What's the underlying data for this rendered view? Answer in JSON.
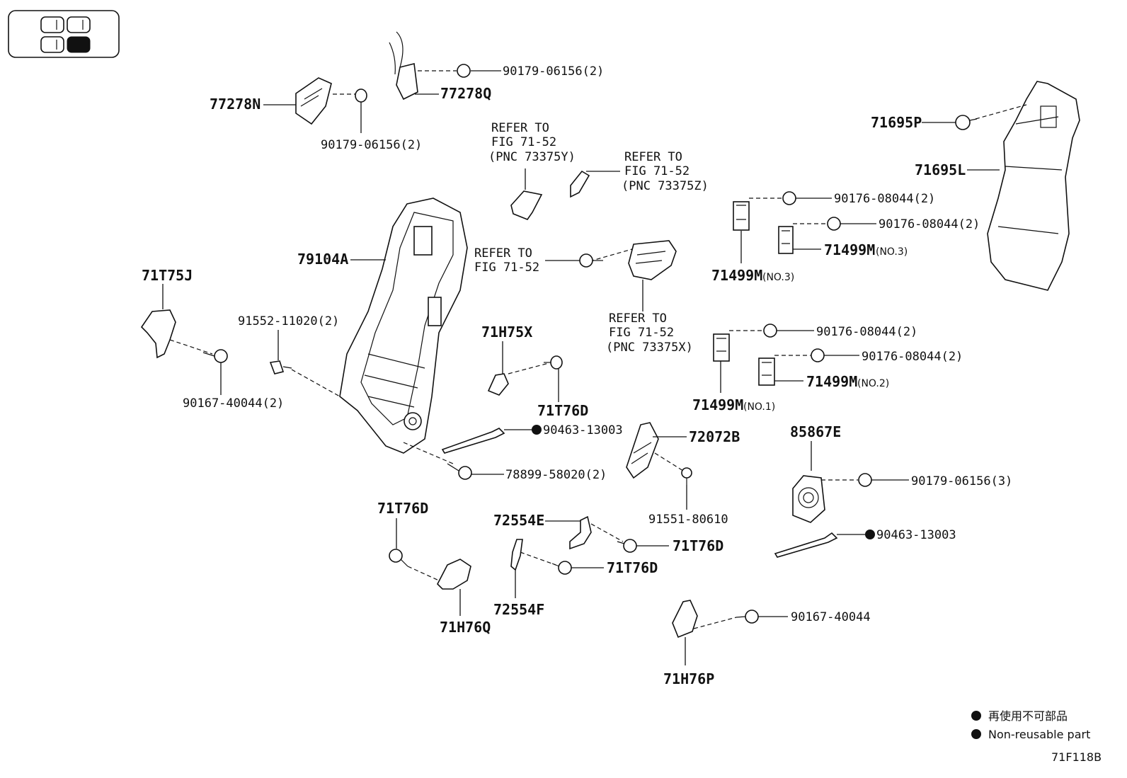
{
  "parts": {
    "p77278N": "77278N",
    "p77278Q": "77278Q",
    "p90179_a": "90179-06156(2)",
    "p90179_b": "90179-06156(2)",
    "p71695P": "71695P",
    "p71695L": "71695L",
    "p79104A": "79104A",
    "p71T75J": "71T75J",
    "p91552": "91552-11020(2)",
    "p90167_a": "90167-40044(2)",
    "p71H75X": "71H75X",
    "p71T76D_a": "71T76D",
    "p90463_a": "90463-13003",
    "p72072B": "72072B",
    "p78899": "78899-58020(2)",
    "p91551": "91551-80610",
    "p71T76D_b": "71T76D",
    "p72554E": "72554E",
    "p71T76D_c": "71T76D",
    "p71T76D_d": "71T76D",
    "p72554F": "72554F",
    "p71H76Q": "71H76Q",
    "p90176_a": "90176-08044(2)",
    "p90176_b": "90176-08044(2)",
    "p71499M_a": "71499M",
    "p71499M_b": "71499M",
    "p90176_c": "90176-08044(2)",
    "p90176_d": "90176-08044(2)",
    "p71499M_c": "71499M",
    "p71499M_d": "71499M",
    "p85867E": "85867E",
    "p90179_c": "90179-06156(3)",
    "p90463_b": "90463-13003",
    "p90167_b": "90167-40044",
    "p71H76P": "71H76P"
  },
  "qualifiers": {
    "no3_a": "(NO.3)",
    "no3_b": "(NO.3)",
    "no1": "(NO.1)",
    "no2": "(NO.2)"
  },
  "refs": {
    "r1": [
      "REFER TO",
      "FIG 71-52",
      "(PNC 73375Y)"
    ],
    "r2": [
      "REFER TO",
      "FIG 71-52",
      "(PNC 73375Z)"
    ],
    "r3": [
      "REFER TO",
      "FIG 71-52"
    ],
    "r4": [
      "REFER TO",
      "FIG 71-52",
      "(PNC 73375X)"
    ]
  },
  "legend": {
    "jp": "再使用不可部品",
    "en": "Non-reusable part"
  },
  "figure_code": "71F118B"
}
